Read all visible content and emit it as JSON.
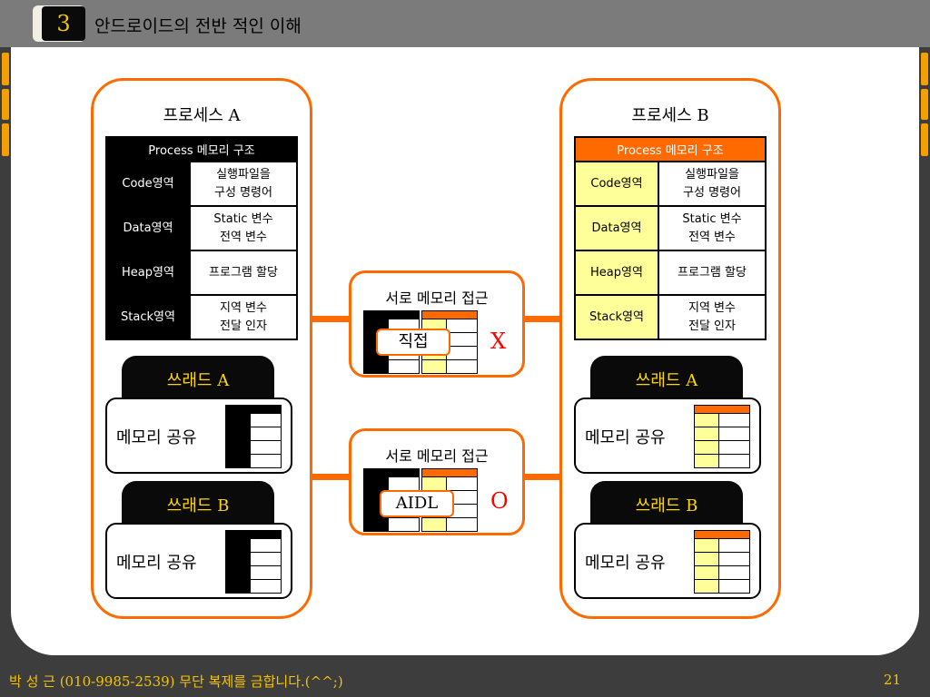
{
  "header": {
    "slide_number": "3",
    "title": "안드로이드의 전반 적인 이해"
  },
  "footer": {
    "author_notice": "박 성 근 (010-9985-2539)  무단 복제를 금합니다.(^^;)",
    "page_number": "21"
  },
  "process_a": {
    "title": "프로세스 A",
    "table": {
      "header": "Process 메모리 구조",
      "rows": [
        {
          "key": "Code영역",
          "line1": "실행파일을",
          "line2": "구성 명령어"
        },
        {
          "key": "Data영역",
          "line1": "Static 변수",
          "line2": "전역 변수"
        },
        {
          "key": "Heap영역",
          "line1": "프로그램 할당",
          "line2": ""
        },
        {
          "key": "Stack영역",
          "line1": "지역 변수",
          "line2": "전달 인자"
        }
      ]
    },
    "threads": [
      {
        "tab": "쓰래드 A",
        "label": "메모리 공유"
      },
      {
        "tab": "쓰래드 B",
        "label": "메모리 공유"
      }
    ]
  },
  "process_b": {
    "title": "프로세스 B",
    "table": {
      "header": "Process 메모리 구조",
      "rows": [
        {
          "key": "Code영역",
          "line1": "실행파일을",
          "line2": "구성 명령어"
        },
        {
          "key": "Data영역",
          "line1": "Static 변수",
          "line2": "전역 변수"
        },
        {
          "key": "Heap영역",
          "line1": "프로그램 할당",
          "line2": ""
        },
        {
          "key": "Stack영역",
          "line1": "지역 변수",
          "line2": "전달 인자"
        }
      ]
    },
    "threads": [
      {
        "tab": "쓰래드 A",
        "label": "메모리 공유"
      },
      {
        "tab": "쓰래드 B",
        "label": "메모리 공유"
      }
    ]
  },
  "middle": [
    {
      "title": "서로 메모리 접근",
      "label": "직접",
      "mark": "X"
    },
    {
      "title": "서로 메모리 접근",
      "label": "AIDL",
      "mark": "O"
    }
  ],
  "colors": {
    "accent": "#ff6a00",
    "highlight": "#ffd700",
    "cell_yellow": "#ffff99",
    "mark": "#ff0000"
  }
}
